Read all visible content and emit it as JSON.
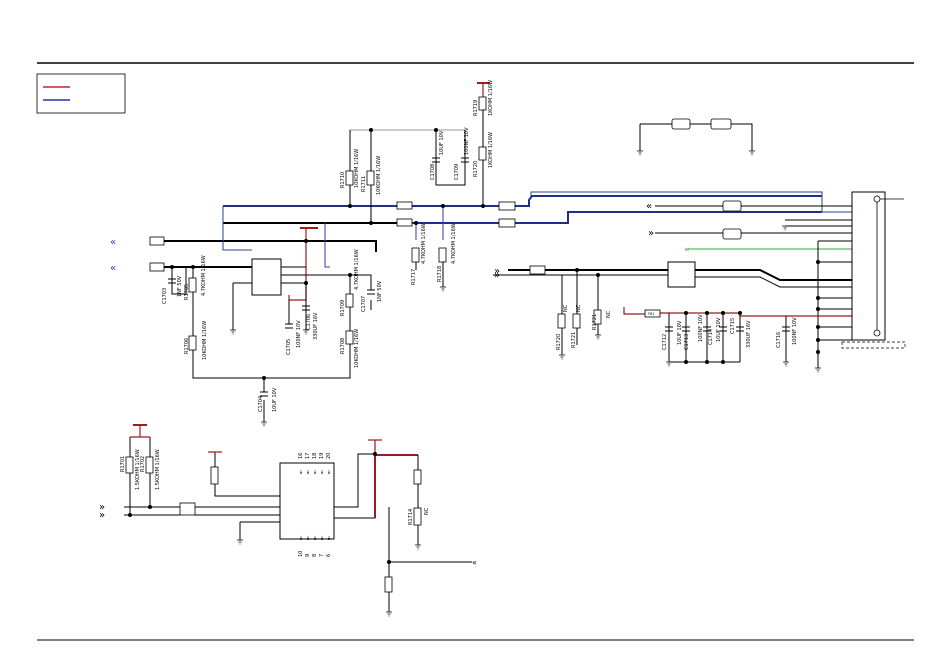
{
  "colors": {
    "power": "#9c1c1c",
    "signal": "#2a3f9a",
    "green_signal": "#3fa535",
    "wire": "#000000"
  },
  "legend": {
    "items": [
      {
        "color": "#cc2222",
        "label": ""
      },
      {
        "color": "#2233aa",
        "label": ""
      }
    ]
  },
  "components": [
    {
      "ref": "R1710",
      "value": "10KOHM 1/16W"
    },
    {
      "ref": "R1711",
      "value": "10KOHM 1/16W"
    },
    {
      "ref": "C1708",
      "value": "10UF 10V"
    },
    {
      "ref": "C1709",
      "value": "100NF 10V"
    },
    {
      "ref": "R1719",
      "value": "1KOHM 1/16W"
    },
    {
      "ref": "R1720",
      "value": "1KOHM 1/16W"
    },
    {
      "ref": "R1717",
      "value": "4.7KOHM 1/16W"
    },
    {
      "ref": "R1718",
      "value": "4.7KOHM 1/16W"
    },
    {
      "ref": "C1703",
      "value": "1NF 50V"
    },
    {
      "ref": "R1705",
      "value": "4.7KOHM 1/16W"
    },
    {
      "ref": "R1706",
      "value": "10KOHM 1/16W"
    },
    {
      "ref": "C1705",
      "value": "100NF 10V"
    },
    {
      "ref": "C1706",
      "value": "330UF 16V"
    },
    {
      "ref": "R1709",
      "value": "4.7KOHM 1/16W"
    },
    {
      "ref": "C1707",
      "value": "1NF 50V"
    },
    {
      "ref": "R1708",
      "value": "10KOHM 1/16W"
    },
    {
      "ref": "C1704",
      "value": "10UF 10V"
    },
    {
      "ref": "R1720",
      "value": "NC"
    },
    {
      "ref": "R1721",
      "value": "NC"
    },
    {
      "ref": "R1721",
      "value": "NC"
    },
    {
      "ref": "C1712",
      "value": "10UF 10V"
    },
    {
      "ref": "C1713",
      "value": "100NF 10V"
    },
    {
      "ref": "C1714",
      "value": "10UF 10V"
    },
    {
      "ref": "C1715",
      "value": "330UF 16V"
    },
    {
      "ref": "C1716",
      "value": "100NF 10V"
    },
    {
      "ref": "R1701",
      "value": "1.5KOHM 1/16W"
    },
    {
      "ref": "R1702",
      "value": "1.5KOHM 1/16W"
    },
    {
      "ref": "R1714",
      "value": "NC"
    }
  ],
  "ic_pins": {
    "top": [
      "16",
      "17",
      "18",
      "19",
      "20"
    ],
    "bottom": [
      "10",
      "9",
      "8",
      "7",
      "6"
    ],
    "nc": "NC"
  },
  "misc_labels": {
    "bead": "FB1",
    "r_nc": "NC"
  }
}
